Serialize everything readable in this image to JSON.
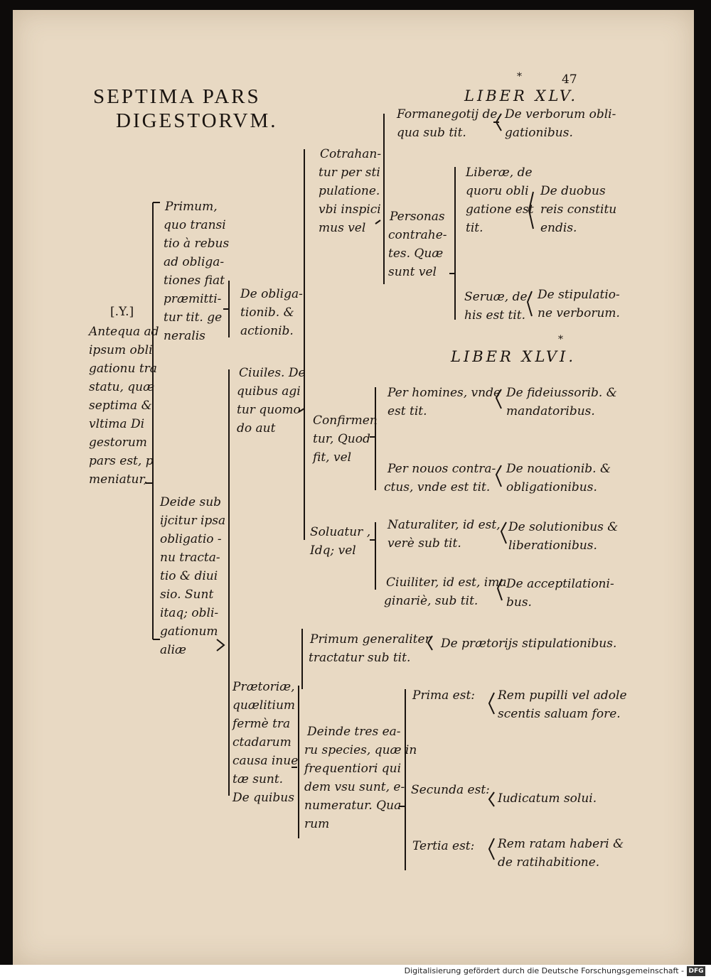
{
  "header": {
    "title_line1": "SEPTIMA PARS",
    "title_line2": "DIGESTORVM.",
    "liber_45": "LIBER XLV.",
    "liber_46": "LIBER XLVI.",
    "page_number": "47",
    "star_mark": "*"
  },
  "root": {
    "lines": [
      "[.Y.]",
      "Antequa ad",
      "ipsum obli",
      "gationu tra",
      "statu, quæ",
      "septima &",
      "vltima Di",
      "gestorum",
      "pars est, p",
      "meniatur,"
    ]
  },
  "primum": {
    "lines": [
      "Primum,",
      "quo transi",
      "tio à rebus",
      "ad obliga-",
      "tiones fiat",
      "præmitti-",
      "tur tit. ge",
      "neralis"
    ],
    "title_lines": [
      "De obliga-",
      "tionib. &",
      "actionib."
    ]
  },
  "deinde": {
    "lines": [
      "Deide sub",
      "ijcitur ipsa",
      "obligatio -",
      "nu tracta-",
      "tio & diui",
      "sio. Sunt",
      "itaq; obli-",
      "gationum",
      "aliæ"
    ]
  },
  "civiles": {
    "lines": [
      "Ciuiles. De",
      "quibus agi",
      "tur quomo",
      "do aut"
    ]
  },
  "contrah": {
    "lines": [
      "Cotrahan-",
      "tur per sti",
      "pulatione.",
      "vbi inspici",
      "mus vel"
    ],
    "forma_lines": [
      "Formanegotij de",
      "qua sub tit."
    ],
    "forma_title": [
      "De verborum obli-",
      "gationibus."
    ],
    "personas_lines": [
      "Personas",
      "contrahe-",
      "tes. Quæ",
      "sunt vel"
    ],
    "liberae_lines": [
      "Liberæ, de",
      "quoru obli",
      "gatione est",
      "tit."
    ],
    "liberae_title": [
      "De duobus",
      "reis constitu",
      "endis."
    ],
    "seruae_lines": [
      "Seruæ, de",
      "his est tit."
    ],
    "seruae_title": [
      "De stipulatio-",
      "ne verborum."
    ]
  },
  "confirm": {
    "lines": [
      "Confirmen",
      "tur, Quod",
      "fit, vel"
    ],
    "homines_lines": [
      "Per homines, vnde",
      "est tit."
    ],
    "homines_title": [
      "De fideiussorib. &",
      "mandatoribus."
    ],
    "nouos_lines": [
      "Per nouos contra-",
      "ctus, vnde est tit."
    ],
    "nouos_title": [
      "De nouationib. &",
      "obligationibus."
    ]
  },
  "soluatur": {
    "lines": [
      "Soluatur ,",
      "Idq; vel"
    ],
    "nat_lines": [
      "Naturaliter, id est,",
      "verè sub tit."
    ],
    "nat_title": [
      "De solutionibus &",
      "liberationibus."
    ],
    "ciu_lines": [
      "Ciuiliter, id est, ima",
      "ginariè, sub tit."
    ],
    "ciu_title": [
      "De acceptilationi-",
      "bus."
    ]
  },
  "praetoriae": {
    "lines": [
      "Prætoriæ,",
      "quælitium",
      "fermè tra",
      "ctadarum",
      "causa inue",
      "tæ sunt.",
      "De quibus"
    ],
    "gen_lines": [
      "Primum generaliter",
      "tractatur sub tit."
    ],
    "gen_title": "De prætorijs stipulationibus.",
    "tres_lines": [
      "Deinde tres ea-",
      "ru species, quæ in",
      "frequentiori qui",
      "dem vsu sunt, e-",
      "numeratur. Qua",
      "rum"
    ],
    "prima_label": "Prima est:",
    "prima_title": [
      "Rem pupilli vel adole",
      "scentis saluam fore."
    ],
    "secunda_label": "Secunda est:",
    "secunda_title": "Iudicatum solui.",
    "tertia_label": "Tertia est:",
    "tertia_title": [
      "Rem ratam haberi &",
      "de ratihabitione."
    ]
  },
  "footer": {
    "credit": "Digitalisierung gefördert durch die Deutsche Forschungsgemeinschaft -",
    "logo": "DFG"
  }
}
